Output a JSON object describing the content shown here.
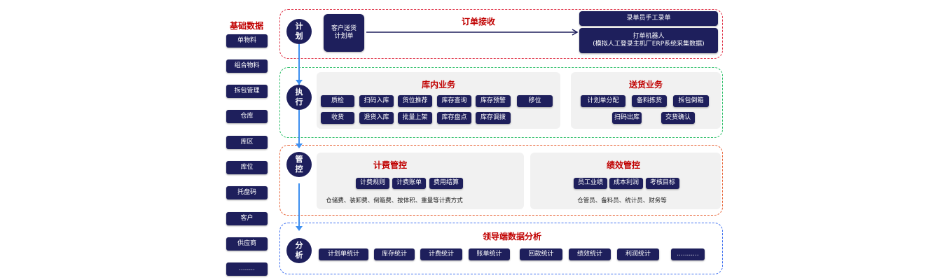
{
  "sidebar": {
    "title": "基础数据",
    "items": [
      "单物料",
      "组合物料",
      "拆包管理",
      "仓库",
      "库区",
      "库位",
      "托盘码",
      "客户",
      "供应商",
      "........"
    ]
  },
  "stages": {
    "plan": "计划",
    "execute": "执行",
    "control": "管控",
    "analyze": "分析"
  },
  "plan": {
    "title": "订单接收",
    "source": "客户送货计划单",
    "targets": [
      "录单员手工录单",
      "打单机器人",
      "(模拟人工登录主机厂ERP系统采集数据)"
    ]
  },
  "execute": {
    "warehouse": {
      "title": "库内业务",
      "row1": [
        "质检",
        "扫码入库",
        "货位推荐",
        "库存查询",
        "库存预警",
        "移位"
      ],
      "row2": [
        "收货",
        "退货入库",
        "批量上架",
        "库存盘点",
        "库存调拨"
      ]
    },
    "delivery": {
      "title": "送货业务",
      "row1": [
        "计划单分配",
        "备料拣货",
        "拆包倒箱"
      ],
      "row2": [
        "扫码出库",
        "交货确认"
      ]
    }
  },
  "control": {
    "billing": {
      "title": "计费管控",
      "items": [
        "计费规则",
        "计费账单",
        "费用结算"
      ],
      "note": "仓储费、装卸费、倒箱费、按体积、重量等计费方式"
    },
    "performance": {
      "title": "绩效管控",
      "items": [
        "员工业绩",
        "成本利润",
        "考核目标"
      ],
      "note": "仓管员、备料员、统计员、财务等"
    }
  },
  "analyze": {
    "title": "领导端数据分析",
    "items": [
      "计划单统计",
      "库存统计",
      "计费统计",
      "账单统计",
      "回款统计",
      "绩效统计",
      "利润统计",
      "..........."
    ]
  },
  "colors": {
    "navy": "#1e1f5c",
    "red": "#c00000",
    "blue": "#3d8ff0"
  }
}
